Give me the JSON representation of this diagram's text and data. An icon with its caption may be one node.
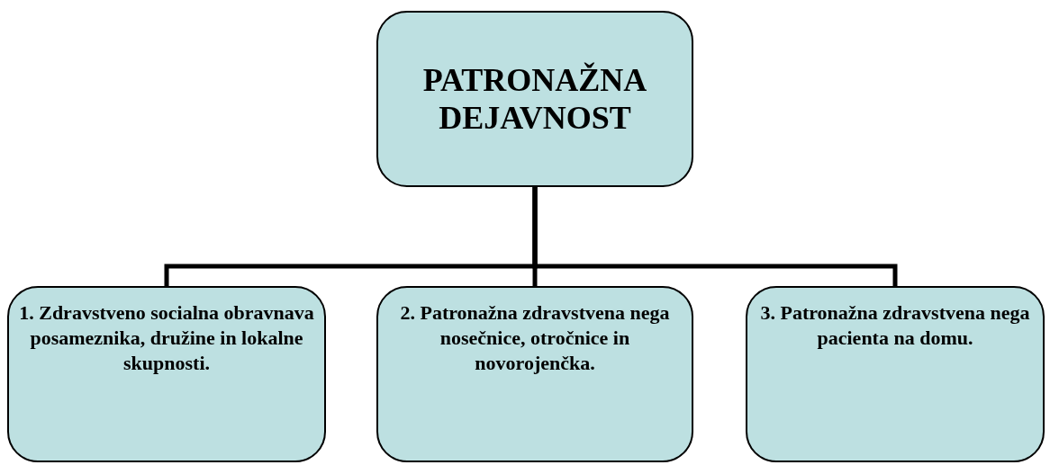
{
  "diagram": {
    "nodes": [
      {
        "text": [
          "PATRONAŽNA DEJAVNOST"
        ]
      },
      {
        "text": [
          "1. Zdravstveno socialna obravnava posameznika, družine in lokalne skupnosti."
        ]
      },
      {
        "text": [
          "2. Patronažna zdravstvena nega nosečnice, otročnice in novorojenčka."
        ]
      },
      {
        "text": [
          "3. Patronažna zdravstvena nega pacienta na domu."
        ]
      }
    ],
    "edges": [
      {
        "from": 0,
        "to": 1,
        "arrow": "none"
      },
      {
        "from": 0,
        "to": 2,
        "arrow": "none"
      },
      {
        "from": 0,
        "to": 3,
        "arrow": "none"
      }
    ]
  }
}
